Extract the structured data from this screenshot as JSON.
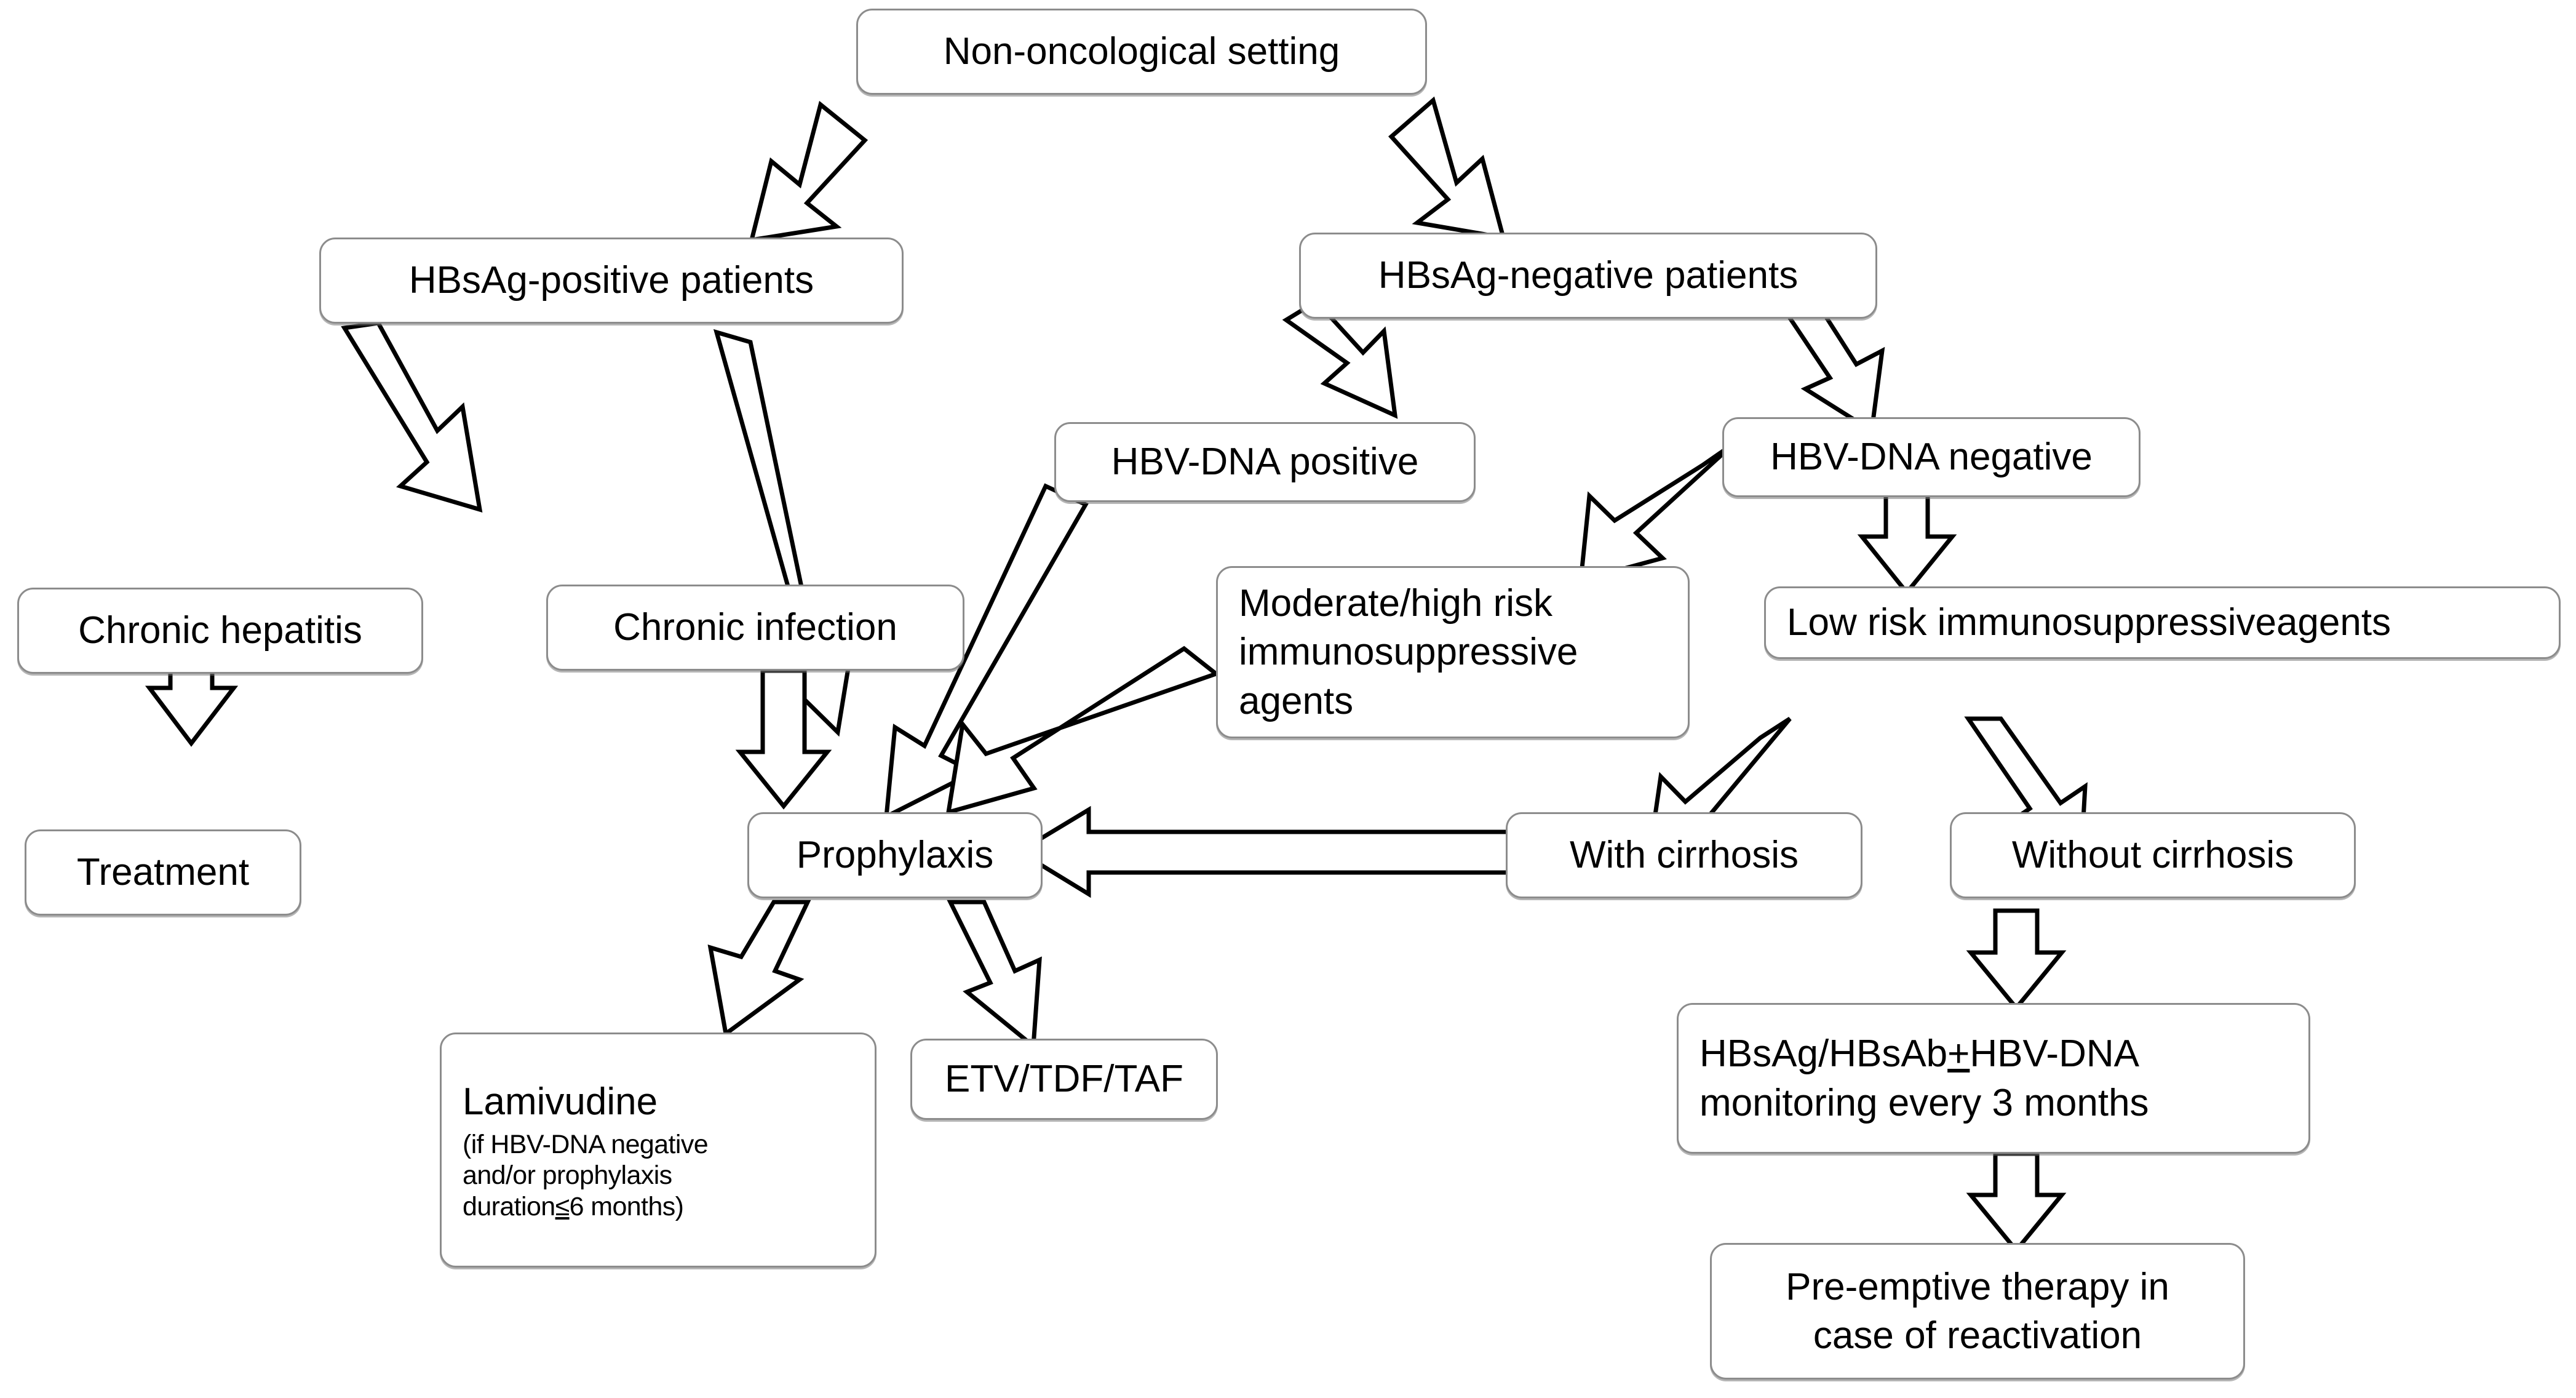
{
  "diagram": {
    "title": "HBV management flowchart in non-oncological setting",
    "type": "flowchart",
    "stroke_color": "#8c8c8c",
    "arrow_color": "#000000",
    "background": "#ffffff",
    "nodes": {
      "root": "Non-oncological setting",
      "hbsag_positive": "HBsAg-positive patients",
      "hbsag_negative": "HBsAg-negative patients",
      "hbvdna_positive": "HBV-DNA positive",
      "hbvdna_negative": "HBV-DNA negative",
      "chronic_hepatitis": "Chronic hepatitis",
      "chronic_infection": "Chronic infection",
      "moderate_high_risk": "Moderate/high risk\nimmunosuppressive\nagents",
      "low_risk": "Low risk immunosuppressiveagents",
      "treatment": "Treatment",
      "prophylaxis": "Prophylaxis",
      "with_cirrhosis": "With cirrhosis",
      "without_cirrhosis": "Without cirrhosis",
      "lamivudine_main": "Lamivudine",
      "lamivudine_sub": "(if HBV-DNA negative\nand/or prophylaxis\nduration",
      "lamivudine_sub_symbol": "≤",
      "lamivudine_sub_tail": "6 months)",
      "etv": "ETV/TDF/TAF",
      "monitoring_line1_a": "HBsAg/HBsAb",
      "monitoring_line1_symbol": "+",
      "monitoring_line1_b": "HBV-DNA",
      "monitoring_line2": "monitoring every 3 months",
      "preemptive": "Pre-emptive therapy in\ncase of reactivation"
    },
    "edges": [
      {
        "from": "root",
        "to": "hbsag_positive",
        "style": "block-arrow-diagonal"
      },
      {
        "from": "root",
        "to": "hbsag_negative",
        "style": "block-arrow-diagonal"
      },
      {
        "from": "hbsag_positive",
        "to": "chronic_hepatitis",
        "style": "block-arrow-diagonal"
      },
      {
        "from": "hbsag_positive",
        "to": "prophylaxis",
        "style": "block-arrow-diagonal"
      },
      {
        "from": "hbsag_negative",
        "to": "hbvdna_positive",
        "style": "block-arrow-diagonal"
      },
      {
        "from": "hbsag_negative",
        "to": "hbvdna_negative",
        "style": "block-arrow-diagonal"
      },
      {
        "from": "chronic_hepatitis",
        "to": "treatment",
        "style": "block-arrow-down"
      },
      {
        "from": "chronic_infection",
        "to": "prophylaxis",
        "style": "block-arrow-down"
      },
      {
        "from": "hbvdna_positive",
        "to": "prophylaxis",
        "style": "block-arrow-diagonal"
      },
      {
        "from": "hbvdna_negative",
        "to": "moderate_high_risk",
        "style": "block-arrow-diagonal"
      },
      {
        "from": "hbvdna_negative",
        "to": "low_risk",
        "style": "block-arrow-down"
      },
      {
        "from": "moderate_high_risk",
        "to": "prophylaxis",
        "style": "block-arrow-diagonal"
      },
      {
        "from": "moderate_high_risk",
        "to": "with_cirrhosis",
        "style": "block-arrow-diagonal"
      },
      {
        "from": "low_risk",
        "to": "without_cirrhosis",
        "style": "block-arrow-diagonal"
      },
      {
        "from": "with_cirrhosis",
        "to": "prophylaxis",
        "style": "block-arrow-left"
      },
      {
        "from": "prophylaxis",
        "to": "lamivudine",
        "style": "block-arrow-diagonal"
      },
      {
        "from": "prophylaxis",
        "to": "etv",
        "style": "block-arrow-diagonal"
      },
      {
        "from": "without_cirrhosis",
        "to": "monitoring",
        "style": "block-arrow-down"
      },
      {
        "from": "monitoring",
        "to": "preemptive",
        "style": "block-arrow-down"
      }
    ]
  }
}
